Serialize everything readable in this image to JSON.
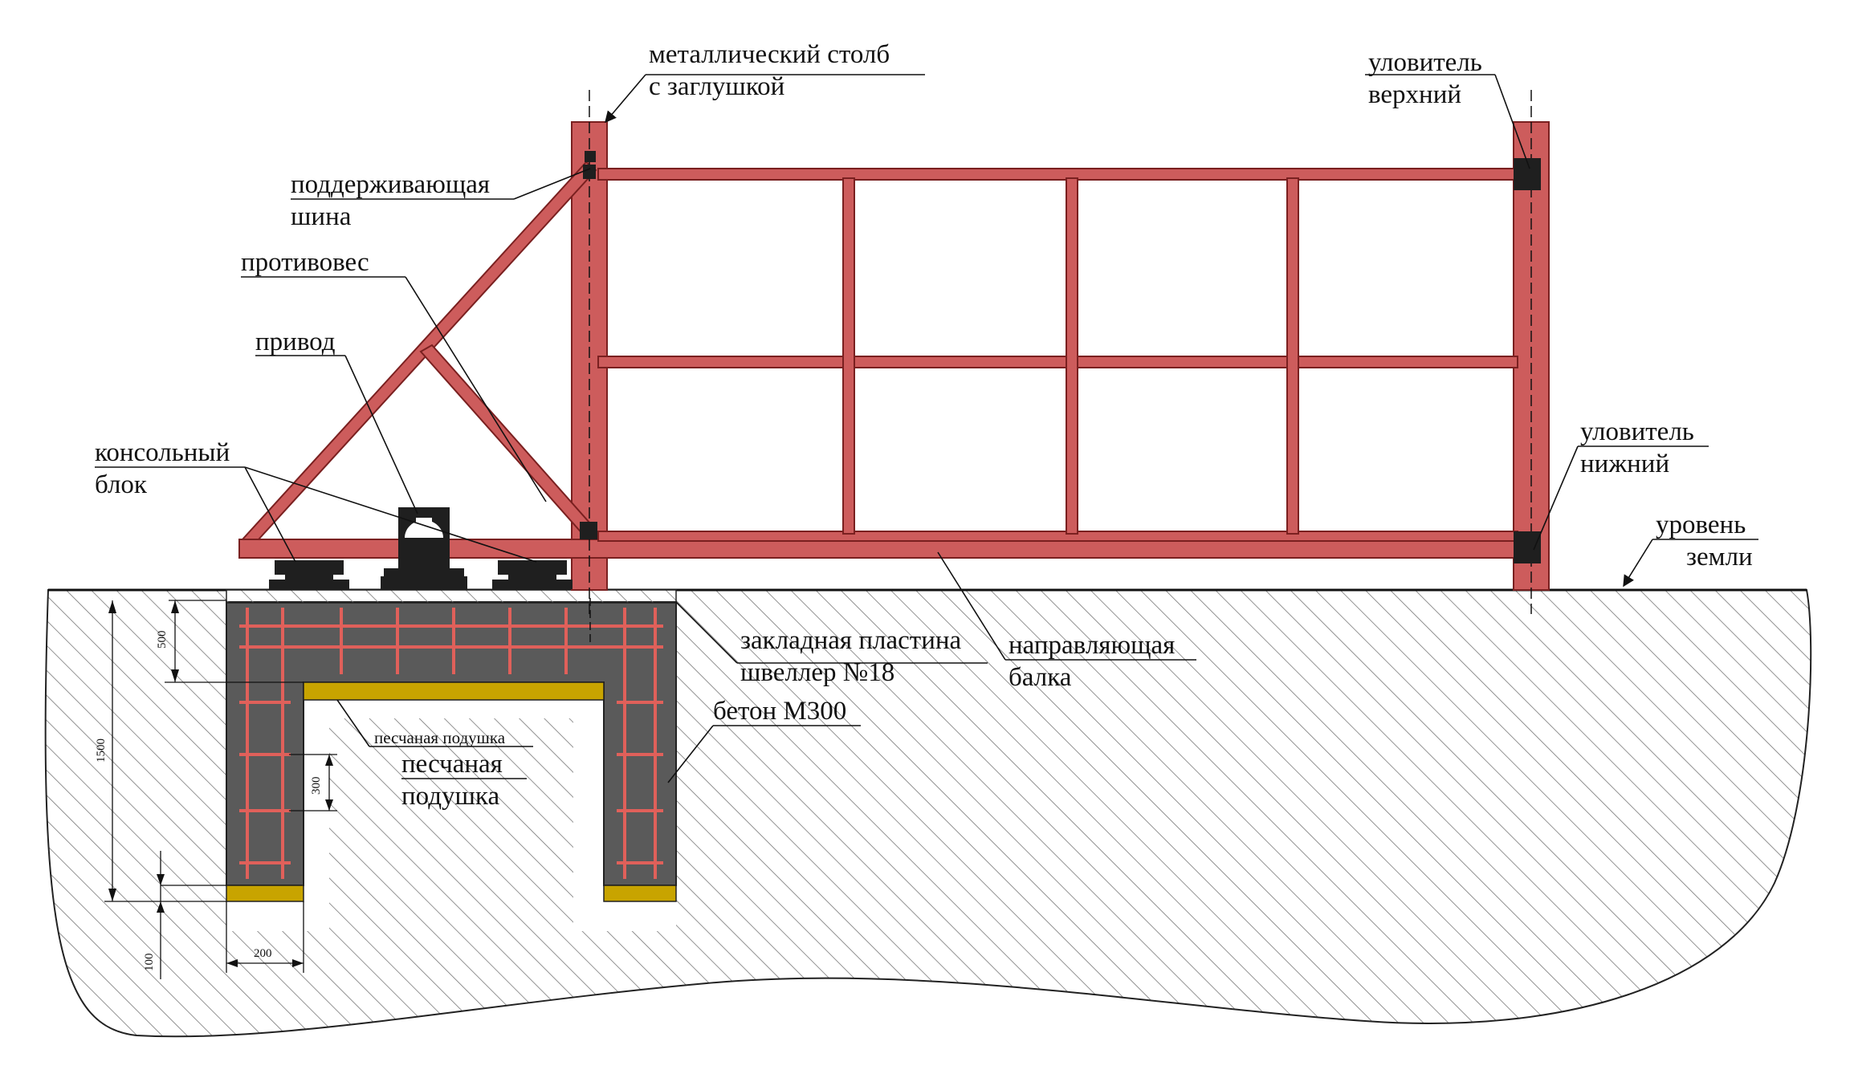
{
  "labels": {
    "metal_post_line1": "металлический столб",
    "metal_post_line2": "с заглушкой",
    "catcher_top_line1": "уловитель",
    "catcher_top_line2": "верхний",
    "support_rail_line1": "поддерживающая",
    "support_rail_line2": "шина",
    "counterweight": "противовес",
    "drive": "привод",
    "console_block_line1": "консольный",
    "console_block_line2": "блок",
    "catcher_bottom_line1": "уловитель",
    "catcher_bottom_line2": "нижний",
    "ground_level_line1": "уровень",
    "ground_level_line2": "земли",
    "embedded_plate_line1": "закладная пластина",
    "embedded_plate_line2": "швеллер №18",
    "guide_beam_line1": "направляющая",
    "guide_beam_line2": "балка",
    "concrete": "бетон М300",
    "sand_cushion_small": "песчаная подушка",
    "sand_cushion_line1": "песчаная",
    "sand_cushion_line2": "подушка"
  },
  "dimensions": {
    "d500": "500",
    "d1500": "1500",
    "d300": "300",
    "d200": "200",
    "d100": "100"
  },
  "colors": {
    "steel_frame": "#cd5c5c",
    "steel_outline": "#7a2020",
    "concrete": "#5a5a5a",
    "rebar": "#e0605a",
    "sand": "#c8a400",
    "hardware": "#1f1f1f",
    "hatch": "#777777"
  }
}
